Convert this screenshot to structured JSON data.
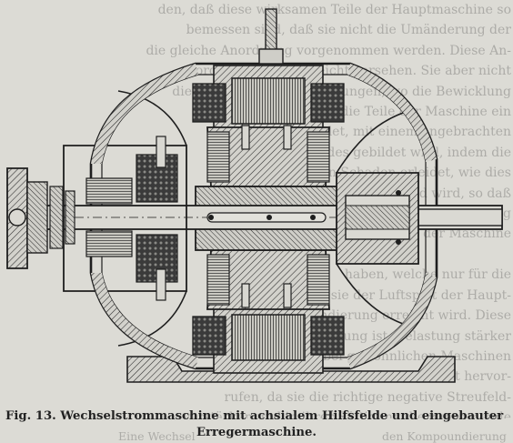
{
  "background_text_lines": [
    "den, daß diese wirksamen Teile der Hauptmaschine so",
    "bemessen sind, daß sie nicht die Umänderung der",
    "die gleiche Anordnung vorgenommen werden. Diese An-",
    "ordnung läßt sich leicht vorsehen. Sie aber nicht",
    "die gewöhnlichen Ausführungen, wo die Bewicklung",
    "so zu wählen, daß die Teile der Maschine ein",
    "Stirnfeld ausbildet, mit einem angebrachten",
    "Richtung des Feldes gebildet wird, indem die",
    "wandlung keinen Schaden erleidet, wie dies",
    "sind das Erregerfeld wird, so daß",
    "Strom in der Erregerwicklung",
    "halb der Maschine",
    "",
    "haben, welche nur für die",
    "den, wie sie der Luftspalt der Haupt-",
    "Kompoundierung erreicht wird. Diese",
    "wirkung auf die Erregung ist. Belastung stärker",
    "wirken, als dies bei gewöhnlichen Maschinen",
    "leicht etwa bewirkt wird, Ausführung nicht hervor-",
    "rufen, da sie die richtige negative Streufeld-",
    "verstärken und in ihrer Sättigung die zunehmende"
  ],
  "caption": {
    "line1": "Fig. 13.  Wechselstrommaschine mit achsialem Hilfsfelde und eingebauter",
    "line2": "Erregermaschine."
  },
  "footer_partial": {
    "left": "Eine Wechsel",
    "right": "den Kompoundierung"
  },
  "colors": {
    "paper": "#dcdbd5",
    "ink": "#1e1e1e"
  }
}
